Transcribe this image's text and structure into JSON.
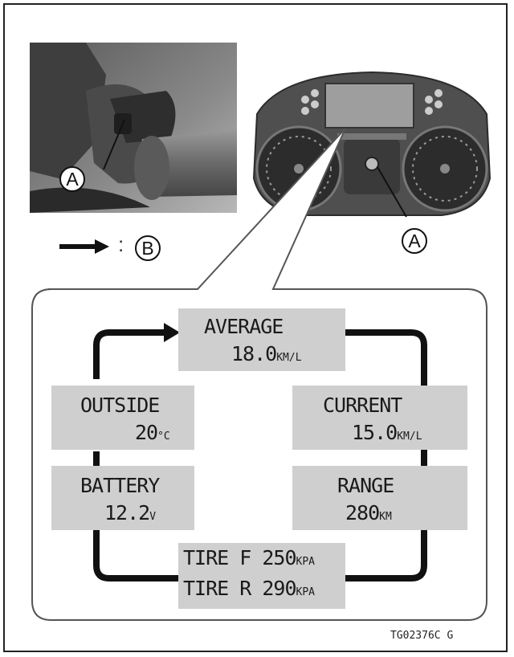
{
  "labels": {
    "a": "A",
    "b": "B"
  },
  "legend": {
    "colon": ":"
  },
  "panels": {
    "average": {
      "title": "AVERAGE",
      "value": "18.0",
      "unit": "KM/L"
    },
    "current": {
      "title": "CURRENT",
      "value": "15.0",
      "unit": "KM/L"
    },
    "range": {
      "title": "RANGE",
      "value": "280",
      "unit": "KM"
    },
    "tire": {
      "front_label": "TIRE F",
      "front_value": "250",
      "rear_label": "TIRE R",
      "rear_value": "290",
      "unit": "KPA"
    },
    "battery": {
      "title": "BATTERY",
      "value": "12.2",
      "unit": "V"
    },
    "outside": {
      "title": "OUTSIDE",
      "value": "20",
      "unit": "°C"
    }
  },
  "figure_code": "TG02376C  G"
}
